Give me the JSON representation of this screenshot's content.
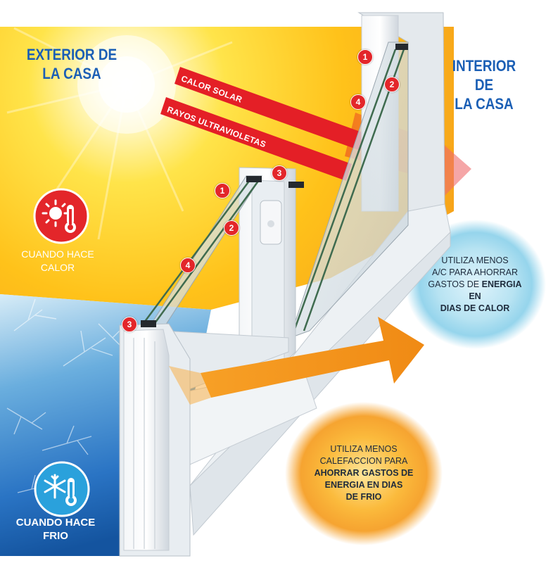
{
  "header": {
    "exterior_line1": "EXTERIOR DE",
    "exterior_line2": "LA CASA",
    "interior_line1": "INTERIOR DE",
    "interior_line2": "LA CASA"
  },
  "bands": {
    "solar_heat": "CALOR SOLAR",
    "uv_rays": "RAYOS ULTRAVIOLETAS"
  },
  "badges": [
    "1",
    "2",
    "4",
    "3",
    "1",
    "2",
    "4",
    "3"
  ],
  "conditions": {
    "hot_line1": "CUANDO HACE",
    "hot_line2": "CALOR",
    "cold_line1": "CUANDO HACE",
    "cold_line2": "FRIO",
    "hot_icon": "sun-thermometer-icon",
    "cold_icon": "snowflake-thermometer-icon"
  },
  "benefits": {
    "hot_line1": "UTILIZA MENOS",
    "hot_line2": "A/C PARA AHORRAR",
    "hot_line3_plain": "GASTOS DE ",
    "hot_line3_bold": "ENERGIA EN",
    "hot_line4_bold": "DIAS DE CALOR",
    "cold_line1": "UTILIZA MENOS",
    "cold_line2": "CALEFACCION PARA",
    "cold_line3_bold": "AHORRAR GASTOS DE",
    "cold_line4_bold": "ENERGIA EN DIAS",
    "cold_line5_bold": "DE FRIO"
  },
  "colors": {
    "title_blue": "#1b5fb5",
    "badge_red": "#e3262a",
    "sun_yellow": "#ffd22e",
    "sky_orange": "#f5a21c",
    "frost_blue": "#1a64b2",
    "arrow_orange": "#f5931e",
    "glow_blue": "#9fd8ec",
    "glow_orange": "#f7a21b"
  }
}
